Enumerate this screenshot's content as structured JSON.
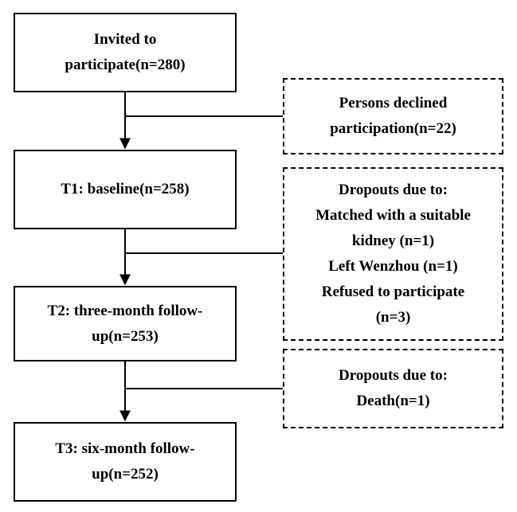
{
  "main_steps": [
    {
      "id": "invited",
      "lines": [
        "Invited to",
        "participate(n=280)"
      ]
    },
    {
      "id": "t1",
      "lines": [
        "T1: baseline(n=258)"
      ]
    },
    {
      "id": "t2",
      "lines": [
        "T2: three-month follow-",
        "up(n=253)"
      ]
    },
    {
      "id": "t3",
      "lines": [
        "T3: six-month follow-",
        "up(n=252)"
      ]
    }
  ],
  "exclusions": [
    {
      "id": "declined",
      "lines": [
        "Persons declined",
        "participation(n=22)"
      ]
    },
    {
      "id": "dropouts-t1",
      "lines": [
        "Dropouts due to:",
        "Matched with a suitable",
        "kidney (n=1)",
        "Left Wenzhou (n=1)",
        "Refused to participate",
        "(n=3)"
      ]
    },
    {
      "id": "dropouts-t2",
      "lines": [
        "Dropouts due to:",
        "Death(n=1)"
      ]
    }
  ]
}
